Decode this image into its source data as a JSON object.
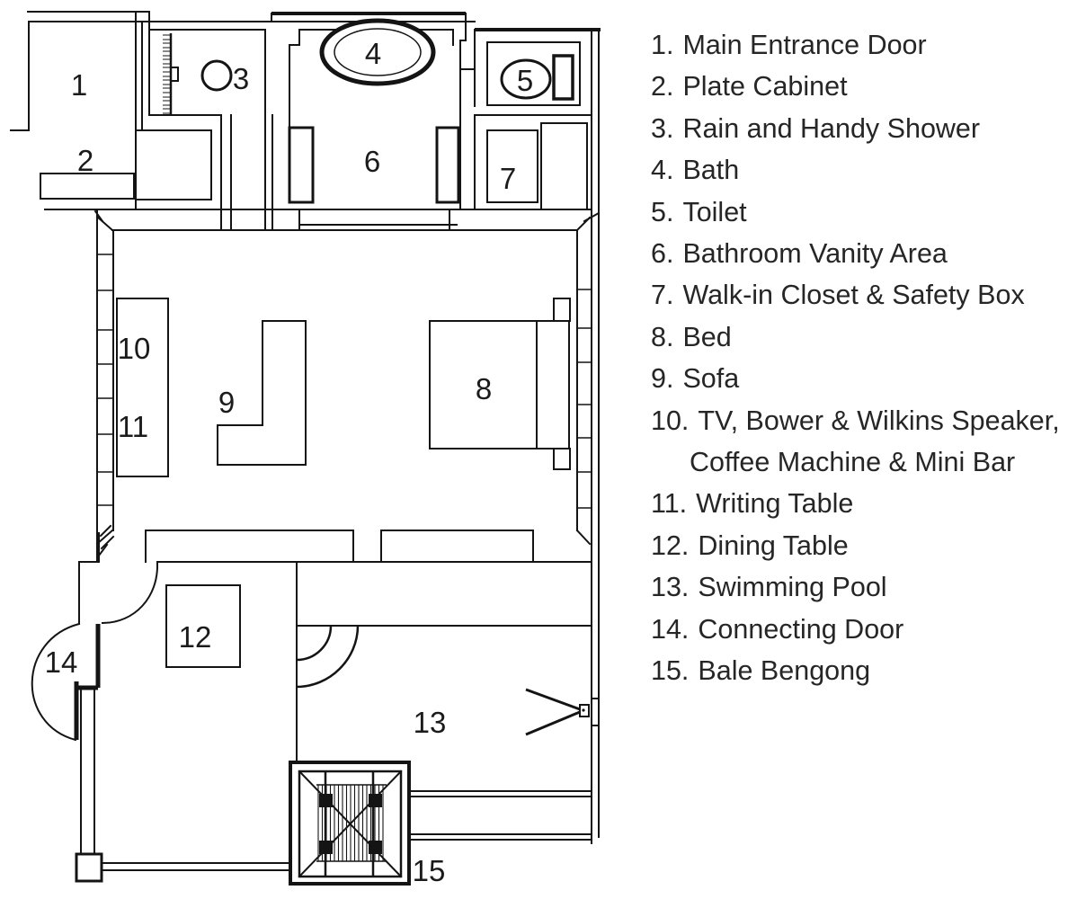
{
  "colors": {
    "line": "#141414",
    "text": "#262626"
  },
  "plan": {
    "labels": [
      "1",
      "2",
      "3",
      "4",
      "5",
      "6",
      "7",
      "8",
      "9",
      "10",
      "11",
      "12",
      "13",
      "14",
      "15"
    ]
  },
  "legend": {
    "items": [
      {
        "num": "1.",
        "label": "Main Entrance Door"
      },
      {
        "num": "2.",
        "label": "Plate Cabinet"
      },
      {
        "num": "3.",
        "label": "Rain and Handy Shower"
      },
      {
        "num": "4.",
        "label": "Bath"
      },
      {
        "num": "5.",
        "label": "Toilet"
      },
      {
        "num": "6.",
        "label": "Bathroom Vanity Area"
      },
      {
        "num": "7.",
        "label": "Walk-in Closet & Safety Box"
      },
      {
        "num": "8.",
        "label": "Bed"
      },
      {
        "num": "9.",
        "label": "Sofa"
      },
      {
        "num": "10.",
        "label": "TV, Bower & Wilkins Speaker,",
        "label2": "Coffee Machine & Mini Bar"
      },
      {
        "num": "11.",
        "label": "Writing Table"
      },
      {
        "num": "12.",
        "label": "Dining Table"
      },
      {
        "num": "13.",
        "label": "Swimming Pool"
      },
      {
        "num": "14.",
        "label": "Connecting Door"
      },
      {
        "num": "15.",
        "label": "Bale Bengong"
      }
    ]
  }
}
